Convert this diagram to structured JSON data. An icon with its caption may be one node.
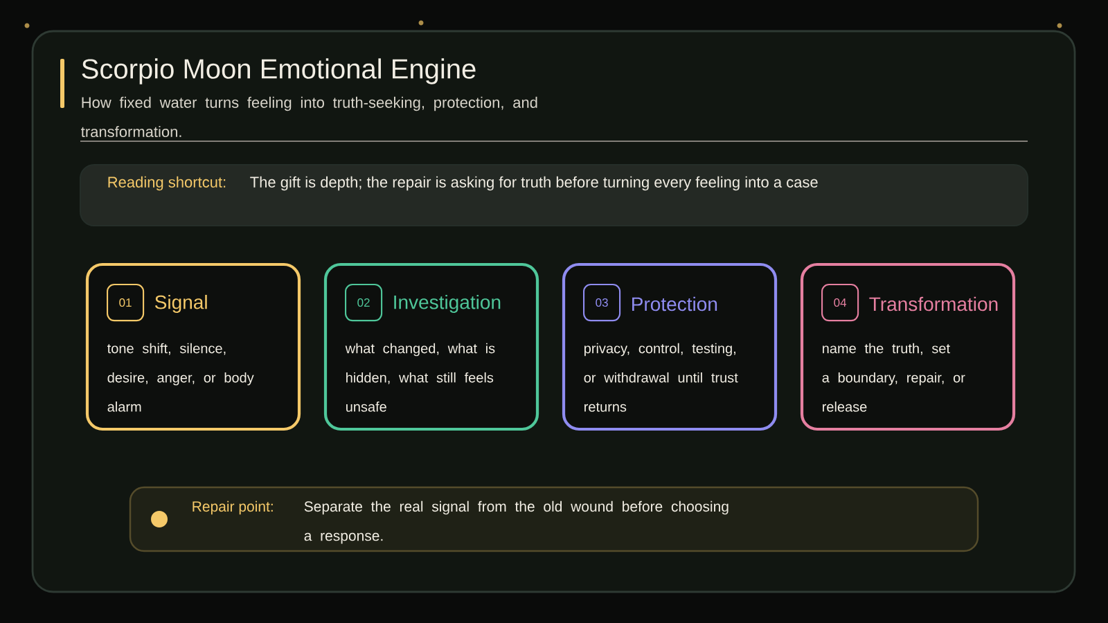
{
  "diagram": {
    "title": "Scorpio Moon Emotional Engine",
    "nodes": [
      {
        "text": [
          "Reading shortcut:",
          "The gift is depth; the repair is asking for truth before turning every feeling into a case"
        ]
      },
      {
        "text": [
          "Signal",
          "tone shift, silence, desire, anger, or body alarm"
        ]
      },
      {
        "text": [
          "01"
        ],
        "in": 1
      },
      {
        "text": [
          "Investigation",
          "what changed, what is hidden, what still feels unsafe"
        ]
      },
      {
        "text": [
          "02"
        ],
        "in": 3
      },
      {
        "text": [
          "Protection",
          "privacy, control, testing, or withdrawal until trust returns"
        ]
      },
      {
        "text": [
          "03"
        ],
        "in": 5
      },
      {
        "text": [
          "Transformation",
          "name the truth, set a boundary, repair, or release"
        ]
      },
      {
        "text": [
          "04"
        ],
        "in": 7
      },
      {
        "text": [
          "Repair point:",
          "Separate the real signal from the old wound before choosing a response."
        ]
      }
    ],
    "labels": [
      "How fixed water turns feeling into truth-seeking, protection, and transformation."
    ]
  }
}
